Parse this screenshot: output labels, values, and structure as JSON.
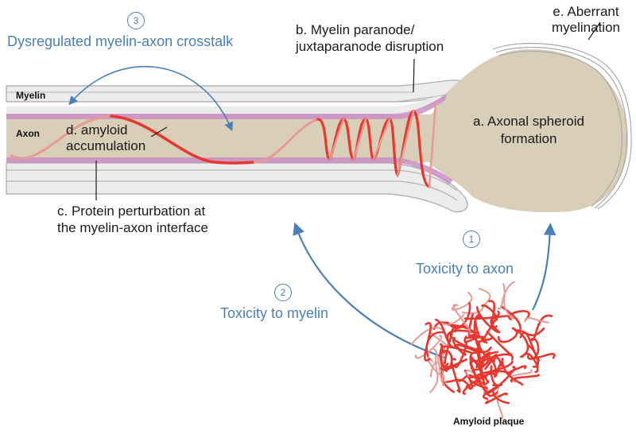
{
  "figure": {
    "labels": {
      "myelin": "Myelin",
      "axon": "Axon",
      "amyloid_accumulation": [
        "d. amyloid",
        "accumulation"
      ],
      "paranode_disruption": [
        "b. Myelin paranode/",
        "juxtaparanode disruption"
      ],
      "aberrant_myelination": [
        "e. Aberrant",
        "myelination"
      ],
      "axonal_spheroid": [
        "a. Axonal spheroid",
        "formation"
      ],
      "protein_perturbation": [
        "c. Protein perturbation at",
        "the myelin-axon interface"
      ],
      "amyloid_plaque": "Amyloid plaque"
    },
    "pathways": [
      {
        "number": "1",
        "label": "Toxicity to axon"
      },
      {
        "number": "2",
        "label": "Toxicity to myelin"
      },
      {
        "number": "3",
        "label": "Dysregulated myelin-axon crosstalk"
      }
    ],
    "colors": {
      "arrow_blue": "#4a7fb8",
      "amyloid_red": "#e8372f",
      "amyloid_faint": "#e69a92",
      "axon_tan": "#d9cfb9",
      "myelin_gray": "#ececec",
      "myelin_outline": "#a9a9a9",
      "interface_purple": "#c98fc4"
    }
  }
}
